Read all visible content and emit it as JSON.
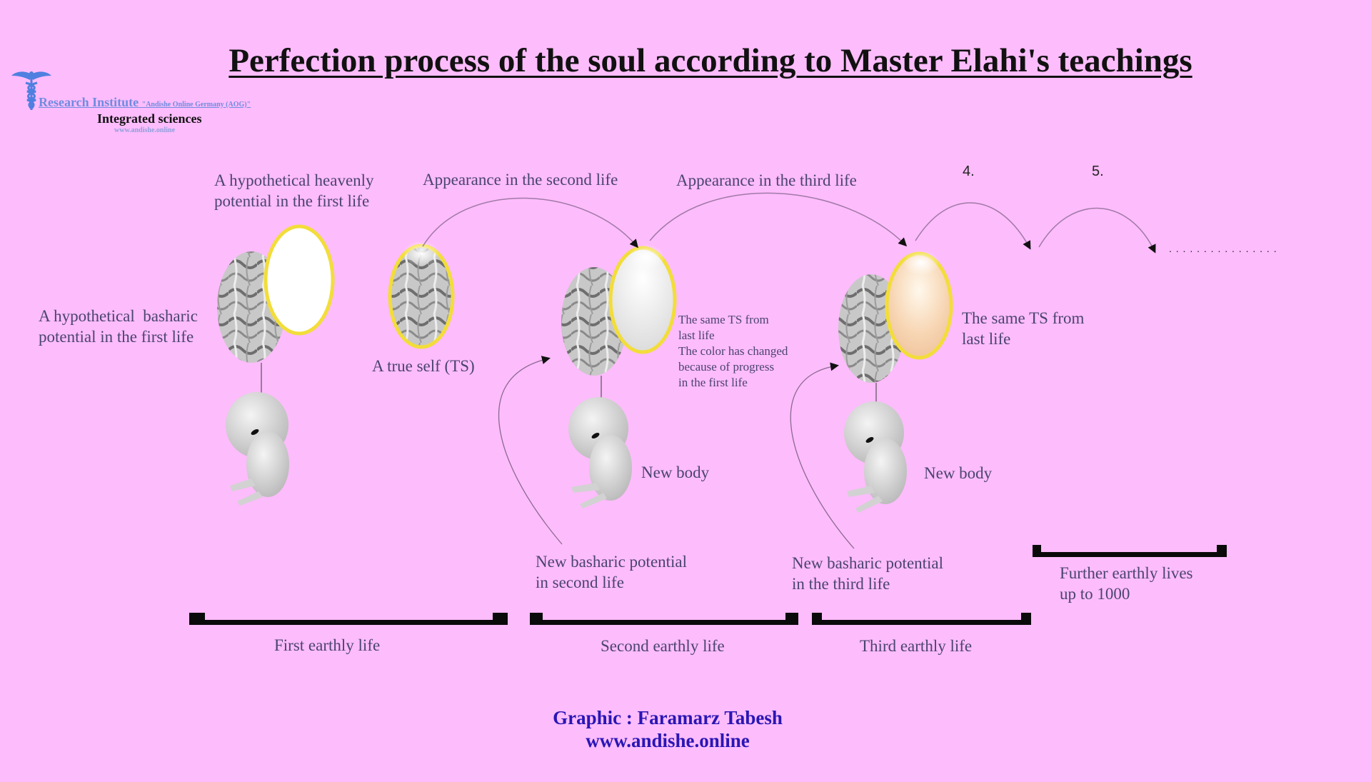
{
  "title": "Perfection process of the soul according to Master Elahi's teachings",
  "logo": {
    "icon": "caduceus-icon",
    "institute": "Research Institute",
    "institute_sub": "\"Andishe Online Germany (AOG)\"",
    "tagline": "Integrated sciences",
    "url": "www.andishe.online"
  },
  "labels": {
    "heavenly_potential": [
      "A hypothetical heavenly",
      "potential in the first life"
    ],
    "basharic_potential": [
      "A hypothetical  basharic",
      "potential in the first life"
    ],
    "true_self": "A true self (TS)",
    "appearance_second": "Appearance in the second life",
    "appearance_third": "Appearance in the third life",
    "step4": "4.",
    "step5": "5.",
    "ellipsis": ". . . . . . . . . . . . . . . .",
    "same_ts_2": [
      "The same TS from",
      "last life",
      "The color has changed",
      "because of progress",
      "in the first life"
    ],
    "same_ts_3": [
      "The same TS from",
      "last life"
    ],
    "new_body_2": "New body",
    "new_body_3": "New body",
    "new_basharic_2": [
      "New basharic potential",
      "in second life"
    ],
    "new_basharic_3": [
      "New basharic potential",
      "in the third life"
    ]
  },
  "lives": [
    {
      "label": "First earthly life"
    },
    {
      "label": "Second earthly life"
    },
    {
      "label": "Third earthly life"
    },
    {
      "label": "Further earthly lives",
      "label2": "up to 1000"
    }
  ],
  "credit": {
    "graphic": "Graphic : Faramarz Tabesh",
    "url": "www.andishe.online"
  },
  "colors": {
    "background": "#fdbcfc",
    "halo": "#f2dd3a",
    "label_text": "#4a4470",
    "credit_text": "#2a16b4",
    "arrow": "#a07aa6"
  }
}
